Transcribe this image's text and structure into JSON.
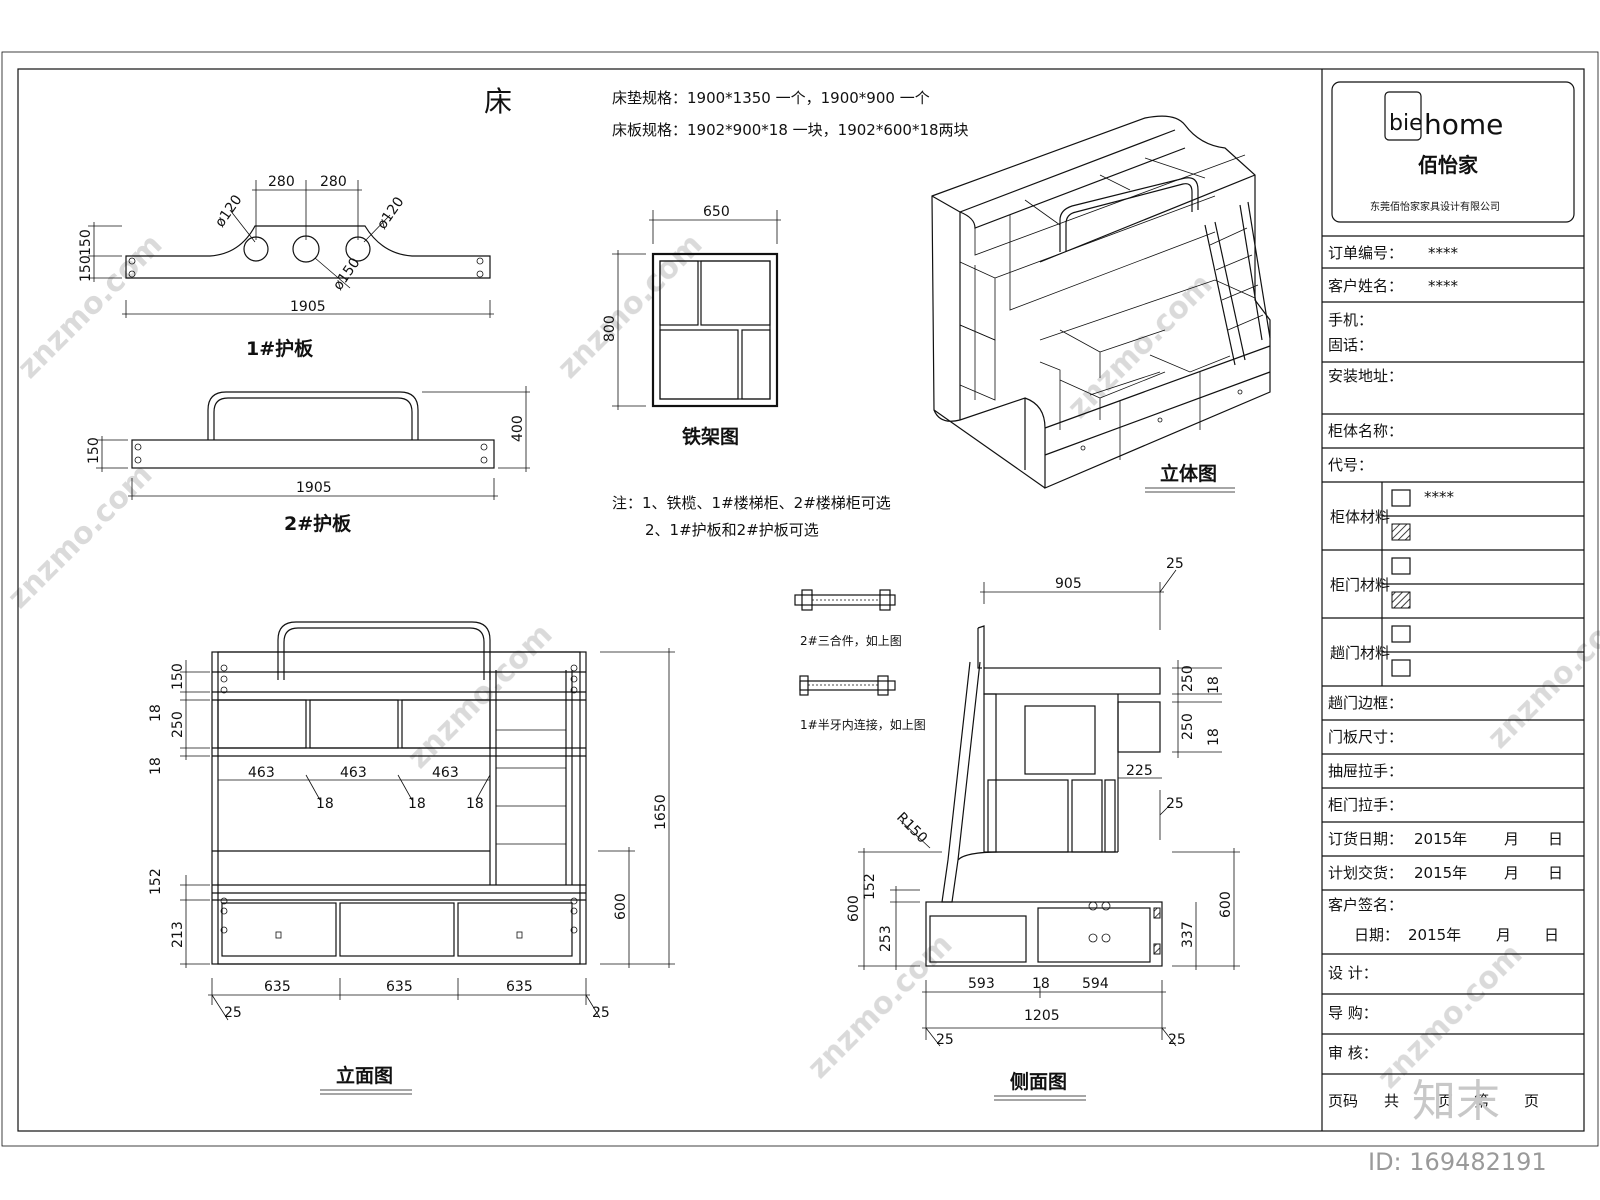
{
  "title": "床",
  "spec": {
    "mattress": "床垫规格：1900*1350 一个，1900*900 一个",
    "board": "床板规格：1902*900*18 一块，1902*600*18两块"
  },
  "notes": {
    "line1": "注：1、铁榄、1#楼梯柜、2#楼梯柜可选",
    "line2": "2、1#护板和2#护板可选"
  },
  "views": {
    "panel1": {
      "label": "1#护板",
      "dims": {
        "w280a": "280",
        "w280b": "280",
        "h150a": "150",
        "h150b": "150",
        "length": "1905",
        "d120a": "ø120",
        "d120b": "ø120",
        "d150": "ø150"
      }
    },
    "panel2": {
      "label": "2#护板",
      "dims": {
        "h150": "150",
        "h400": "400",
        "length": "1905"
      }
    },
    "frame": {
      "label": "铁架图",
      "dims": {
        "w650": "650",
        "h800": "800"
      }
    },
    "iso": {
      "label": "立体图"
    },
    "hardware": {
      "item1": "2#三合件，如上图",
      "item2": "1#半牙内连接，如上图"
    },
    "front": {
      "label": "立面图",
      "dims": {
        "h150": "150",
        "h18a": "18",
        "h250": "250",
        "h18b": "18",
        "c463a": "463",
        "c463b": "463",
        "c463c": "463",
        "t18a": "18",
        "t18b": "18",
        "t18c": "18",
        "h152": "152",
        "h213": "213",
        "h1650": "1650",
        "h600": "600",
        "w635a": "635",
        "w635b": "635",
        "w635c": "635",
        "e25a": "25",
        "e25b": "25"
      }
    },
    "side": {
      "label": "侧面图",
      "dims": {
        "w905": "905",
        "t25top": "25",
        "h250a": "250",
        "h18a": "18",
        "h250b": "250",
        "h18b": "18",
        "w225": "225",
        "t25mid": "25",
        "r150": "R150",
        "h600l": "600",
        "h152": "152",
        "h253": "253",
        "h600r": "600",
        "h337": "337",
        "w593": "593",
        "w18": "18",
        "w594": "594",
        "w1205": "1205",
        "e25a": "25",
        "e25b": "25"
      }
    }
  },
  "titleblock": {
    "logo_b": "bie",
    "logo_home": "home",
    "brand_cn": "佰怡家",
    "company": "东莞佰怡家家具设计有限公司",
    "rows": {
      "order_no": "订单编号：",
      "order_no_val": "****",
      "customer": "客户姓名：",
      "customer_val": "****",
      "mobile": "手机：",
      "phone": "固话：",
      "address": "安装地址：",
      "cabinet_name": "柜体名称：",
      "code": "代号：",
      "body_mat": "柜体材料",
      "body_mat_val": "****",
      "door_mat": "柜门材料",
      "sliding_mat": "趟门材料",
      "sliding_frame": "趟门边框：",
      "door_size": "门板尺寸：",
      "drawer_handle": "抽屉拉手：",
      "door_handle": "柜门拉手：",
      "order_date": "订货日期：",
      "order_year": "2015年",
      "order_month": "月",
      "order_day": "日",
      "plan_date": "计划交货：",
      "plan_year": "2015年",
      "plan_month": "月",
      "plan_day": "日",
      "sign": "客户签名：",
      "date_label": "日期：",
      "date_year": "2015年",
      "date_month": "月",
      "date_day": "日",
      "design": "设  计：",
      "guide": "导  购：",
      "review": "审  核：",
      "page": "页码",
      "total": "共",
      "page_unit": "页",
      "nth": "第",
      "page_unit2": "页"
    }
  },
  "footer": {
    "brand": "知末",
    "id": "ID: 169482191"
  },
  "watermark": "znzmo.com"
}
